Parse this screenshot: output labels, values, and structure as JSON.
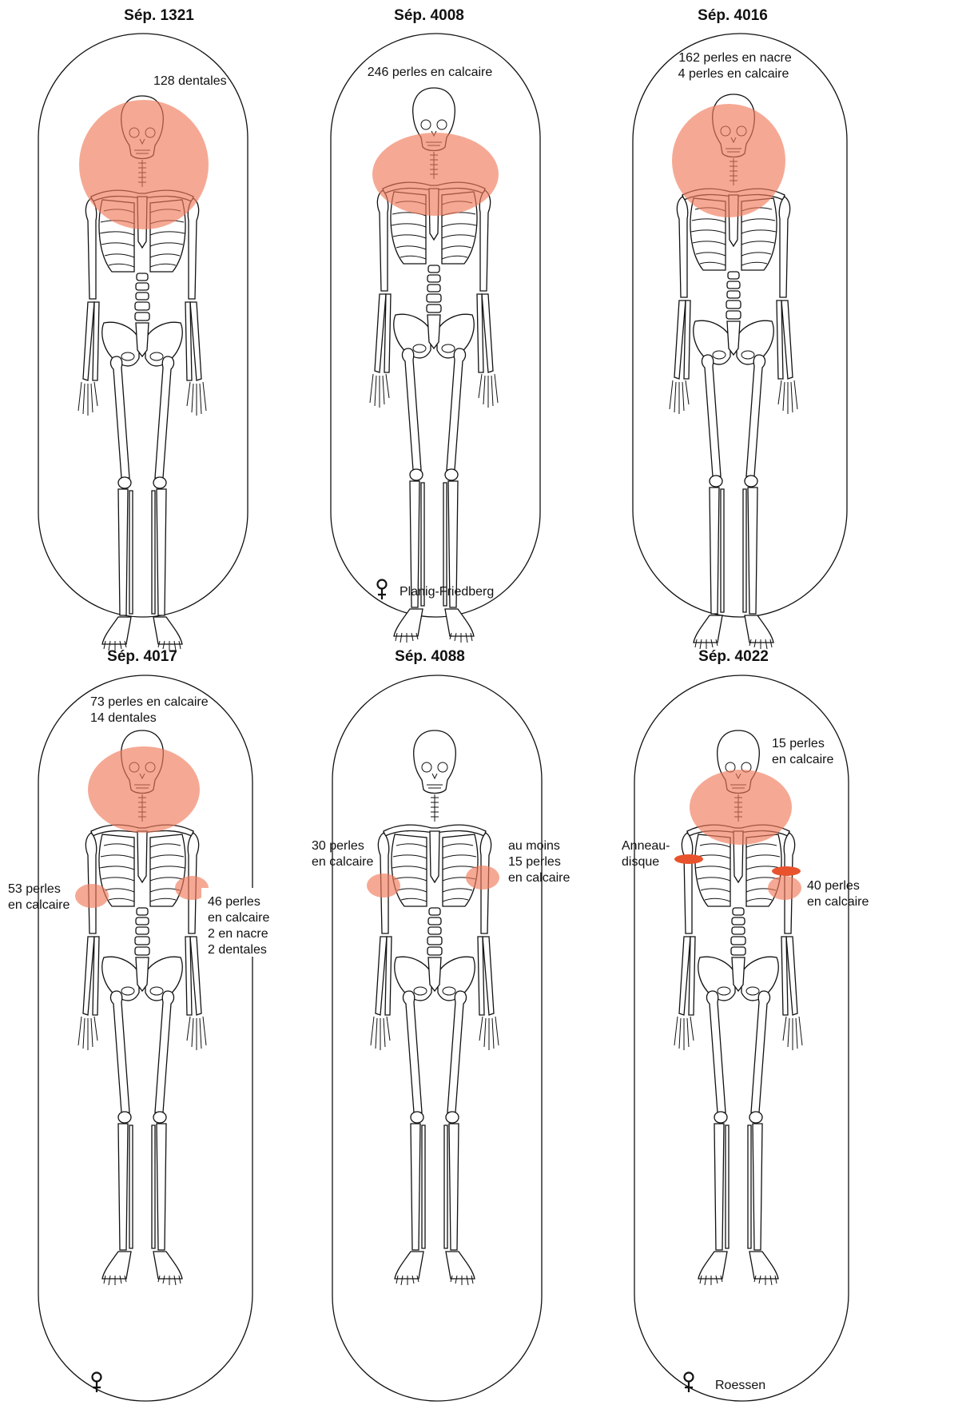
{
  "colors": {
    "deposit_zone": "#f07b5b",
    "ring_disc": "#e8532e",
    "line": "#111111"
  },
  "panels": [
    {
      "title": "Sép. 1321",
      "labels": [
        "128 dentales"
      ],
      "sex_symbol": "",
      "culture": "",
      "zones": [
        {
          "type": "circle",
          "location": "head-chest"
        }
      ]
    },
    {
      "title": "Sép. 4008",
      "labels": [
        "246 perles en calcaire"
      ],
      "sex_symbol": "♀",
      "culture": "Planig-Friedberg",
      "zones": [
        {
          "type": "ellipse",
          "location": "neck-chest"
        }
      ]
    },
    {
      "title": "Sép. 4016",
      "labels": [
        "162 perles en nacre",
        "4 perles en calcaire"
      ],
      "sex_symbol": "",
      "culture": "",
      "zones": [
        {
          "type": "circle",
          "location": "head-chest"
        }
      ]
    },
    {
      "title": "Sép. 4017",
      "labels": [
        "73 perles en calcaire",
        "14 dentales",
        "53 perles",
        "en calcaire",
        "46 perles",
        "en calcaire",
        "2 en nacre",
        "2 dentales"
      ],
      "sex_symbol": "♀",
      "culture": "",
      "zones": [
        {
          "type": "ellipse",
          "location": "head-neck"
        },
        {
          "type": "ellipse",
          "location": "right-wrist"
        },
        {
          "type": "ellipse",
          "location": "left-wrist"
        }
      ]
    },
    {
      "title": "Sép. 4088",
      "labels": [
        "30 perles",
        "en calcaire",
        "au moins",
        "15 perles",
        "en calcaire"
      ],
      "sex_symbol": "",
      "culture": "",
      "zones": [
        {
          "type": "ellipse",
          "location": "right-wrist"
        },
        {
          "type": "ellipse",
          "location": "left-wrist"
        }
      ]
    },
    {
      "title": "Sép. 4022",
      "labels": [
        "15 perles",
        "en calcaire",
        "Anneau-",
        "disque",
        "40 perles",
        "en calcaire"
      ],
      "sex_symbol": "♀",
      "culture": "Roessen",
      "zones": [
        {
          "type": "ellipse",
          "location": "neck-chest"
        },
        {
          "type": "ellipse",
          "location": "left-wrist"
        },
        {
          "type": "ring",
          "location": "right-arm"
        },
        {
          "type": "ring",
          "location": "left-arm"
        }
      ]
    }
  ]
}
